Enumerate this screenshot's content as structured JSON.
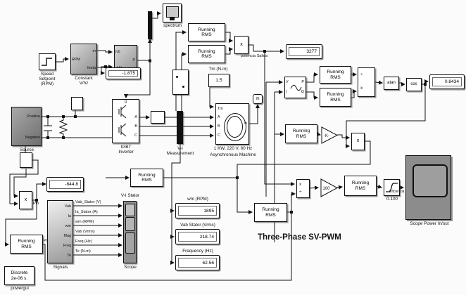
{
  "title": "Three-Phase SV-PWM",
  "rms_label": "Running\nRMS",
  "colors": {
    "block_gray": "#9b9b9b",
    "scope_dark": "#8c8c8c",
    "background": "#fbfbfb"
  },
  "speed_setpoint": {
    "label": "Speed\nSetpoint\n(RPM)"
  },
  "constant_vhz": {
    "label": "Constant\nV/hz",
    "in": "RPM",
    "out1": "m",
    "out2": "theta"
  },
  "polar": {
    "in1": "|U|",
    "in2": "∠U",
    "out": "P"
  },
  "display_theta": "-1.875",
  "spectrum_label": "spectrum",
  "potencia_label": "potencia Salida",
  "display_potencia": "3277",
  "tm": {
    "caption": "Tm (N-m)",
    "value": "1.5"
  },
  "machine": {
    "p_tm": "Tm",
    "p_a": "A",
    "p_b": "B",
    "p_c": "C",
    "p_m": "m",
    "line1": "1 KW, 220 V, 60 Hz",
    "line2": "Asynchronous Machine"
  },
  "goto_m": "m",
  "pq": {
    "p_v": "V",
    "p_i": "I",
    "p_p": "P",
    "p_q": "Q"
  },
  "source": {
    "label": "Source",
    "pos": "Positive",
    "neg": "Negative"
  },
  "igbt": {
    "label": "IGBT\nInverter",
    "p_g": "g",
    "p_a": "A",
    "p_b": "B",
    "p_c": "C"
  },
  "vi_meas_label": "V-I\nMeasurement",
  "display_pin": "-844.8",
  "pin_label": "Pin",
  "signals": {
    "label": "Signals",
    "ports": [
      "Vab",
      "Ia",
      "wm",
      "Mag",
      "Freq",
      "Te"
    ],
    "wires": [
      "Vab_Stator (V)",
      "Ia_Stator (A)",
      "wm (RPM)",
      "Vab (Vrms)",
      "Freq (Hz)",
      "Te (N-m)"
    ]
  },
  "powergui": {
    "text": "Discrete\n2e-06 s.",
    "label": "powergui"
  },
  "vi_stator": {
    "caption": "V-I Stator",
    "label": "Scope"
  },
  "displays": {
    "wm": {
      "caption": "wm (RPM)",
      "value": "1895"
    },
    "vab": {
      "caption": "Vab Stator (Vrms)",
      "value": "218.74"
    },
    "freq": {
      "caption": "Frequency (Hz)",
      "value": "62.56"
    }
  },
  "gain_k": "-K-",
  "gain_100": "100",
  "product_mark": "x",
  "divide": {
    "top": "÷",
    "bottom": "x"
  },
  "prod_eff": {
    "top": "x",
    "bottom": "÷"
  },
  "atan": "atan",
  "cos": "cos",
  "display_pf": "0.8434",
  "saturation_label": "0-100",
  "scope_power": {
    "label": "Scope Power In/out",
    "wire": "Eficiencia"
  }
}
